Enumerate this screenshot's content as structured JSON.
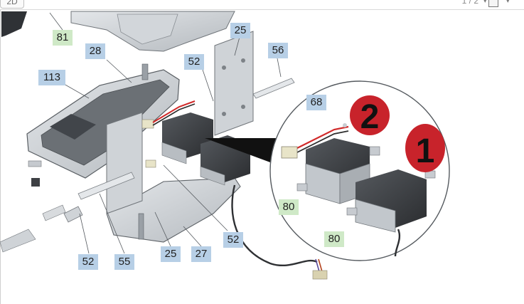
{
  "toolbar": {
    "view_tab_label": "2D",
    "page_indicator": "1 / 2",
    "chevron_icon": "chevron-down-icon",
    "view_icon": "square-icon"
  },
  "colors": {
    "callout_blue": "#b7cfe6",
    "callout_green": "#cfe9c7",
    "badge_red": "#c8232b",
    "part_grey": "#c9cdd2",
    "part_dark": "#3a3d41"
  },
  "detail_badges": {
    "first": "1",
    "second": "2"
  },
  "callouts": [
    {
      "id": "81",
      "text": "81",
      "style": "green"
    },
    {
      "id": "28",
      "text": "28",
      "style": "blue"
    },
    {
      "id": "113",
      "text": "113",
      "style": "blue"
    },
    {
      "id": "25a",
      "text": "25",
      "style": "blue"
    },
    {
      "id": "52a",
      "text": "52",
      "style": "blue"
    },
    {
      "id": "56",
      "text": "56",
      "style": "blue"
    },
    {
      "id": "68",
      "text": "68",
      "style": "blue"
    },
    {
      "id": "80a",
      "text": "80",
      "style": "green"
    },
    {
      "id": "80b",
      "text": "80",
      "style": "green"
    },
    {
      "id": "52b",
      "text": "52",
      "style": "blue"
    },
    {
      "id": "52c",
      "text": "52",
      "style": "blue"
    },
    {
      "id": "55",
      "text": "55",
      "style": "blue"
    },
    {
      "id": "25b",
      "text": "25",
      "style": "blue"
    },
    {
      "id": "27",
      "text": "27",
      "style": "blue"
    }
  ]
}
